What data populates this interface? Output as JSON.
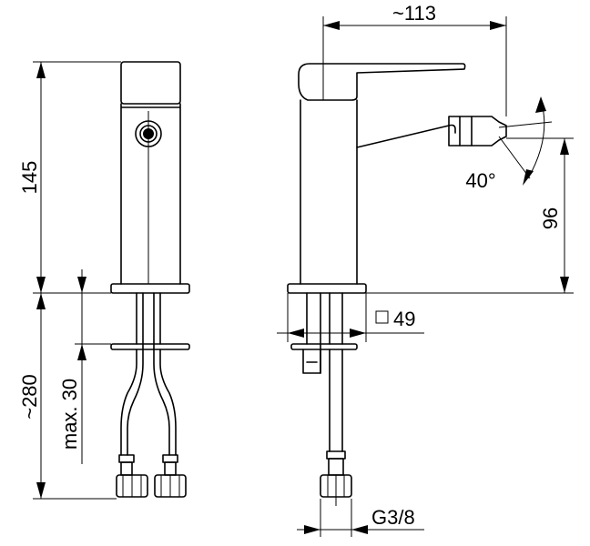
{
  "dimensions": {
    "width_113": "~113",
    "height_145": "145",
    "height_96": "96",
    "base_280": "~280",
    "max_30": "max. 30",
    "square_49": "49",
    "thread": "G3/8",
    "angle": "40°"
  }
}
